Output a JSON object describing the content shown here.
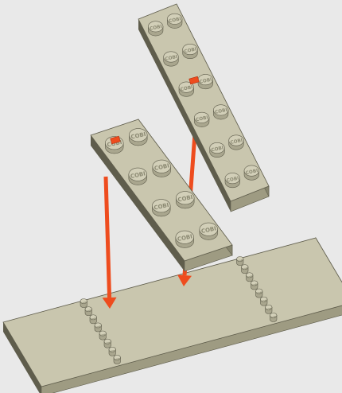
{
  "scene": {
    "stud_logo": "COBI",
    "colors": {
      "background": "#e9e9e9",
      "plate_top": "#c9c6ae",
      "plate_side": "#9e9b82",
      "plate_side_dark": "#86846d",
      "plate_edge": "#5f5d4c",
      "stud_top": "#d2cfb8",
      "stud_side": "#a9a68e",
      "stud_text": "#8c8a73",
      "arrow": "#ee4c1e",
      "marker": "#ee4c1e"
    },
    "plates": [
      {
        "id": "upper-right-plate",
        "studs_across": 2,
        "studs_along": 6
      },
      {
        "id": "middle-plate",
        "studs_across": 2,
        "studs_along": 4
      },
      {
        "id": "base-plate",
        "studs_across": 2,
        "studs_along": 8
      }
    ],
    "arrows": [
      {
        "id": "arrow-from-middle-plate",
        "target": "base-plate"
      },
      {
        "id": "arrow-from-upper-right-plate",
        "target": "base-plate"
      }
    ],
    "markers": [
      {
        "id": "marker-middle-plate"
      },
      {
        "id": "marker-upper-right-plate"
      }
    ]
  }
}
